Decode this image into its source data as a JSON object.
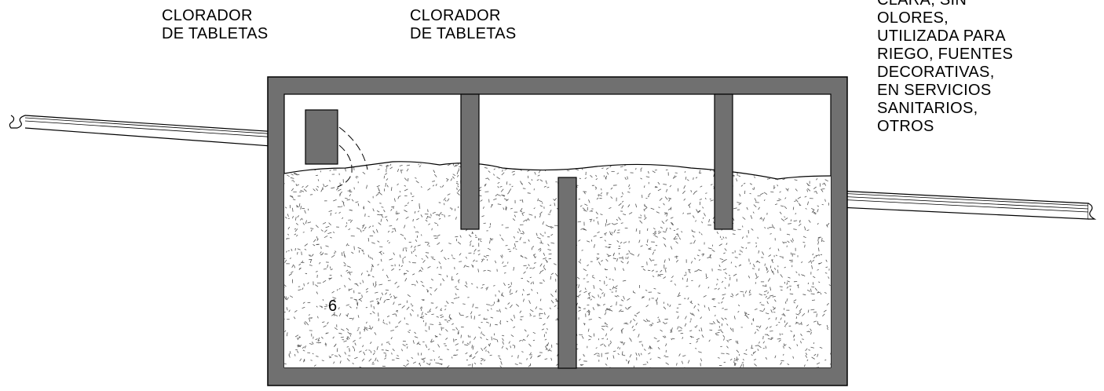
{
  "labels": {
    "chlorinator_left": [
      "CLORADOR",
      "DE TABLETAS"
    ],
    "chlorinator_middle": [
      "CLORADOR",
      "DE TABLETAS"
    ],
    "outlet_description": [
      "CLARA, SIN",
      "OLORES,",
      "UTILIZADA PARA",
      "RIEGO, FUENTES",
      "DECORATIVAS,",
      "EN SERVICIOS",
      "SANITARIOS,",
      "OTROS"
    ],
    "number": "6"
  },
  "colors": {
    "tank_wall": "#707070",
    "outline": "#000000",
    "water": "#ffffff",
    "stipple": "#555555"
  }
}
